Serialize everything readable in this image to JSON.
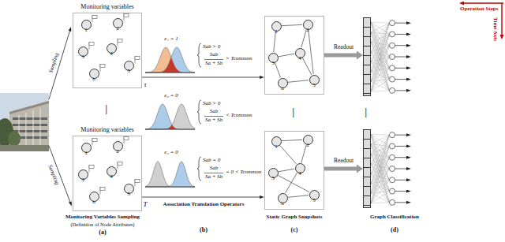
{
  "diagram": {
    "nodes": [
      {
        "text": [
          "Monitoring variables"
        ]
      },
      {
        "text": [
          "1"
        ],
        "in": 0
      },
      {
        "text": [
          "2"
        ],
        "in": 0
      },
      {
        "text": [
          "3"
        ],
        "in": 0
      },
      {
        "text": [
          "4"
        ],
        "in": 0
      },
      {
        "text": [
          "5"
        ],
        "in": 0
      },
      {
        "text": [
          "n"
        ],
        "in": 0
      },
      {
        "text": [
          "Monitoring variables"
        ]
      },
      {
        "text": [
          "1"
        ],
        "in": 7
      },
      {
        "text": [
          "2"
        ],
        "in": 7
      },
      {
        "text": [
          "3"
        ],
        "in": 7
      },
      {
        "text": [
          "4"
        ],
        "in": 7
      },
      {
        "text": [
          "5"
        ],
        "in": 7
      },
      {
        "text": [
          "n"
        ],
        "in": 7
      },
      {
        "text": []
      },
      {
        "text": [
          "1"
        ],
        "in": 14
      },
      {
        "text": [
          "2"
        ],
        "in": 14
      },
      {
        "text": [
          "3"
        ],
        "in": 14
      },
      {
        "text": [
          "4"
        ],
        "in": 14
      },
      {
        "text": [
          "5"
        ],
        "in": 14
      },
      {
        "text": [
          "n"
        ],
        "in": 14
      },
      {
        "text": []
      },
      {
        "text": [
          "1"
        ],
        "in": 21
      },
      {
        "text": [
          "2"
        ],
        "in": 21
      },
      {
        "text": [
          "3"
        ],
        "in": 21
      },
      {
        "text": [
          "4"
        ],
        "in": 21
      },
      {
        "text": [
          "5"
        ],
        "in": 21
      },
      {
        "text": [
          "n"
        ],
        "in": 21
      },
      {
        "text": []
      },
      {
        "text": []
      }
    ],
    "edges": [
      {
        "from": 0,
        "to": 14,
        "arrow": "to"
      },
      {
        "from": 7,
        "to": 21,
        "arrow": "to"
      },
      {
        "from": 14,
        "to": 28,
        "label": "Readout",
        "arrow": "to"
      },
      {
        "from": 21,
        "to": 29,
        "label": "Readout",
        "arrow": "to"
      },
      {
        "from": 15,
        "to": 16,
        "arrow": "none"
      },
      {
        "from": 15,
        "to": 17,
        "arrow": "none"
      },
      {
        "from": 16,
        "to": 18,
        "arrow": "none"
      },
      {
        "from": 17,
        "to": 18,
        "arrow": "none"
      },
      {
        "from": 18,
        "to": 19,
        "arrow": "none"
      },
      {
        "from": 17,
        "to": 20,
        "arrow": "none"
      },
      {
        "from": 19,
        "to": 20,
        "arrow": "none"
      },
      {
        "from": 16,
        "to": 19,
        "arrow": "none"
      },
      {
        "from": 22,
        "to": 23,
        "arrow": "none"
      },
      {
        "from": 22,
        "to": 25,
        "arrow": "none"
      },
      {
        "from": 23,
        "to": 25,
        "arrow": "none"
      },
      {
        "from": 24,
        "to": 25,
        "arrow": "none"
      },
      {
        "from": 24,
        "to": 26,
        "arrow": "none"
      },
      {
        "from": 25,
        "to": 27,
        "arrow": "none"
      },
      {
        "from": 26,
        "to": 27,
        "arrow": "none"
      }
    ],
    "labels": [
      "Sampling",
      "Sampling",
      "τ",
      "T",
      "......",
      "e₁ = 1",
      "Sab > 0",
      "Sab",
      "Sa + Sb",
      "> Tcommon",
      "e₀ = 0",
      "Sab > 0",
      "Sab",
      "Sa + Sb",
      "< Tcommon",
      "e₂ = 0",
      "Sab = 0",
      "Sab",
      "Sa + Sb",
      "= 0 < Tcommon",
      "Association Translation Operators",
      "(b)",
      "Monitoring Variables Sampling",
      "(Definition of Node Attributes)",
      "(a)",
      "......",
      "Static Graph Snapshots",
      "(c)",
      "......",
      "Graph Classification",
      "(d)",
      "Operation Steps",
      "Time Axis"
    ]
  }
}
